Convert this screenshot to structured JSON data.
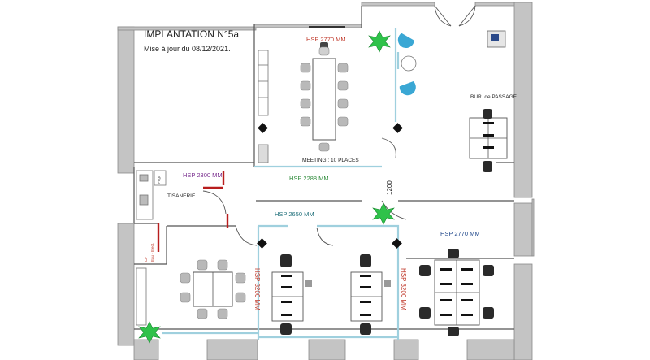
{
  "header": {
    "title": "IMPLANTATION N°5a",
    "subtitle": "Mise à jour du 08/12/2021."
  },
  "rooms": {
    "meeting": {
      "height": "HSP 2770 MM",
      "name": "MEETING : 10 PLACES"
    },
    "corridor": {
      "height": "HSP 2288 MM",
      "dimension": "1200"
    },
    "tisanerie": {
      "height": "HSP 2300 MM",
      "name": "TISANERIE"
    },
    "hall": {
      "height": "HSP 2650 MM"
    },
    "passage": {
      "name": "BUR. de PASSAGE"
    },
    "open_right": {
      "height": "HSP 2770 MM"
    },
    "office_left": {
      "height": "HSP 3200 MM"
    },
    "office_right": {
      "height": "HSP 3200 MM"
    },
    "small_labels": {
      "water": "Eau - Elect.",
      "cf": "CF",
      "frigo": "Frigo"
    }
  },
  "colors": {
    "wall": "#c4c4c4",
    "line": "#555555",
    "partition_blue": "#9fd0de",
    "partition_red": "#b81d1d",
    "chair": "#b9b9b9",
    "desk_chair": "#2a2a2a",
    "chair_blue": "#3aa7d4",
    "plant": "#2fc24a",
    "text_red": "#c0392b",
    "text_green": "#2e8b3a",
    "text_purple": "#7a2f8f",
    "text_blue": "#234a8c",
    "text_dark": "#222222"
  },
  "icons": [
    "plant-icon",
    "column-marker-icon",
    "chair-icon",
    "desk-icon",
    "printer-icon",
    "door-swing-icon"
  ]
}
